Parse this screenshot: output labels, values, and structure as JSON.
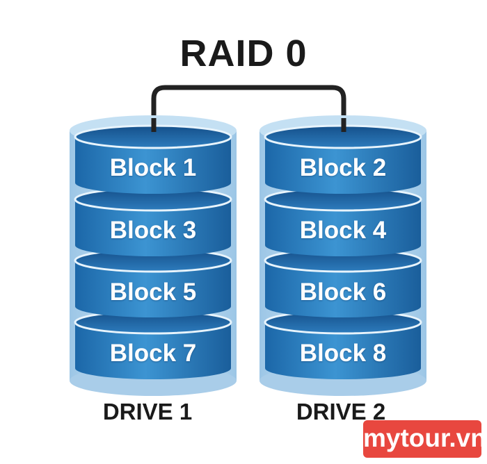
{
  "title": "RAID 0",
  "drives": [
    {
      "label": "DRIVE 1",
      "blocks": [
        "Block 1",
        "Block 3",
        "Block 5",
        "Block 7"
      ]
    },
    {
      "label": "DRIVE 2",
      "blocks": [
        "Block 2",
        "Block 4",
        "Block 6",
        "Block 8"
      ]
    }
  ],
  "watermark": "mytour.vn",
  "colors": {
    "block_blue": "#2f7fbf",
    "block_top": "#1f5f97",
    "cylinder_shell": "#b9d8ef",
    "text_dark": "#1a1a1a",
    "watermark_bg": "#e8473f"
  }
}
